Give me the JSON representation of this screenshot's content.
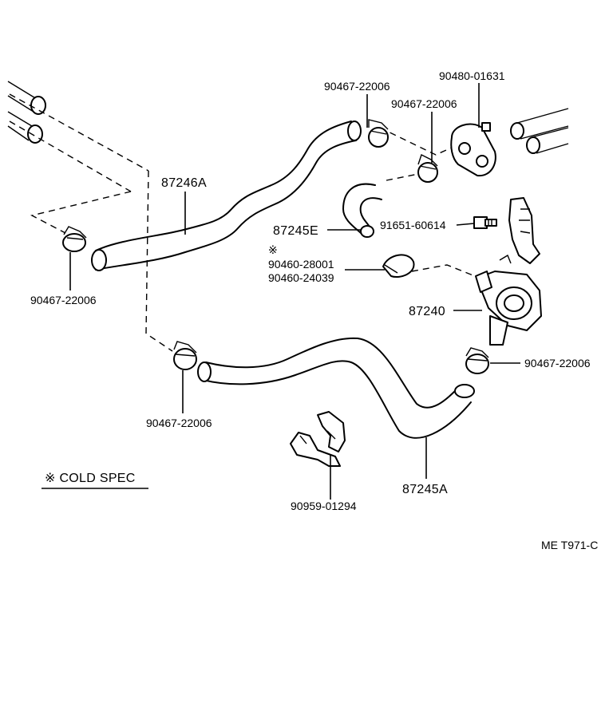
{
  "diagram": {
    "labels": {
      "clamp_top_left": "90467-22006",
      "grommet": "90480-01631",
      "clamp_top_right": "90467-22006",
      "hose_upper": "87246A",
      "hose_small": "87245E",
      "bolt": "91651-60614",
      "cold_spec_mark": "※",
      "clamp_band_a": "90460-28001",
      "clamp_band_b": "90460-24039",
      "water_valve": "87240",
      "clamp_left": "90467-22006",
      "clamp_valve": "90467-22006",
      "clamp_lower_left": "90467-22006",
      "hose_lower": "87245A",
      "cold_spec_note": "※ COLD SPEC",
      "bracket": "90959-01294",
      "drawing_code": "ME T971-C"
    }
  }
}
